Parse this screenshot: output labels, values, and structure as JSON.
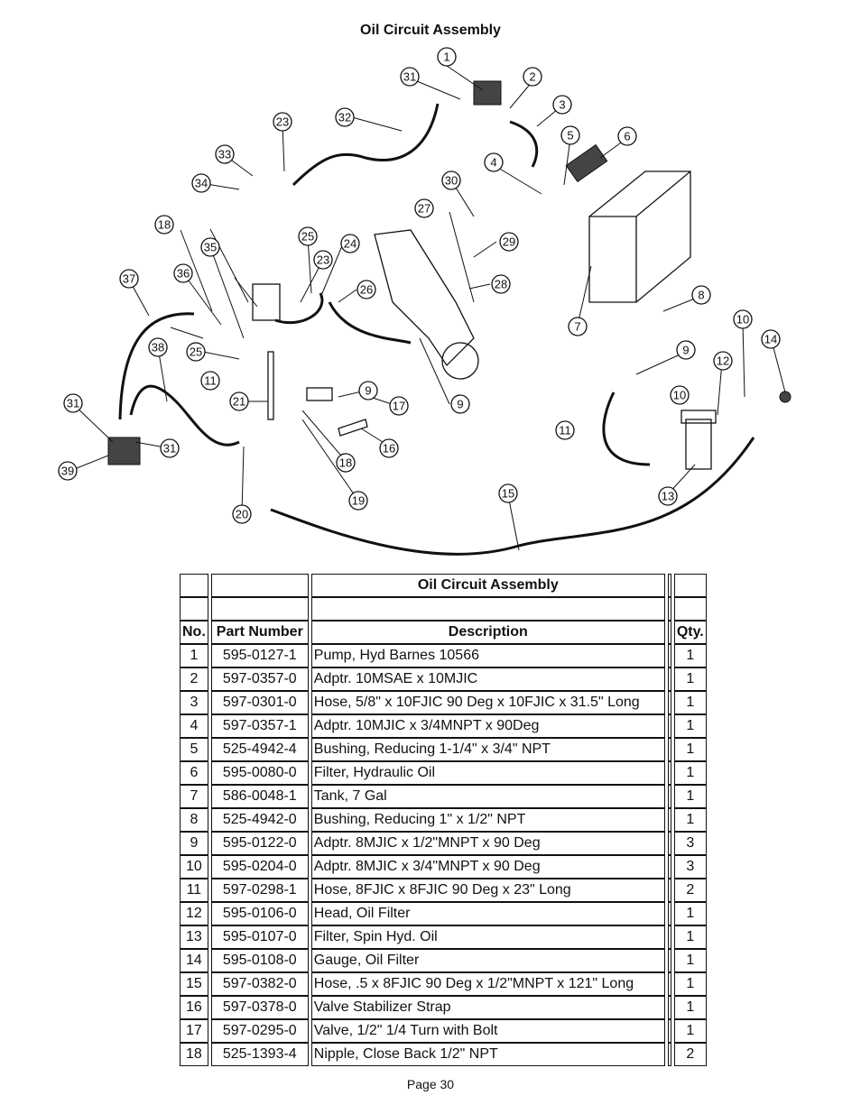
{
  "document": {
    "title": "Oil Circuit Assembly",
    "page_label": "Page 30"
  },
  "diagram": {
    "callouts": [
      "1",
      "2",
      "3",
      "4",
      "5",
      "6",
      "7",
      "8",
      "9",
      "9",
      "9",
      "10",
      "10",
      "11",
      "11",
      "12",
      "13",
      "14",
      "15",
      "16",
      "17",
      "18",
      "18",
      "19",
      "20",
      "21",
      "23",
      "23",
      "24",
      "25",
      "25",
      "26",
      "27",
      "28",
      "29",
      "30",
      "31",
      "31",
      "31",
      "32",
      "33",
      "34",
      "35",
      "36",
      "37",
      "38",
      "39"
    ]
  },
  "table": {
    "title": "Oil Circuit Assembly",
    "headers": {
      "no": "No.",
      "part_number": "Part Number",
      "description": "Description",
      "qty": "Qty."
    },
    "rows": [
      {
        "no": "1",
        "part_number": "595-0127-1",
        "description": "Pump, Hyd Barnes 10566",
        "qty": "1"
      },
      {
        "no": "2",
        "part_number": "597-0357-0",
        "description": "Adptr. 10MSAE x 10MJIC",
        "qty": "1"
      },
      {
        "no": "3",
        "part_number": "597-0301-0",
        "description": "Hose, 5/8\" x 10FJIC 90 Deg x 10FJIC x 31.5\" Long",
        "qty": "1"
      },
      {
        "no": "4",
        "part_number": "597-0357-1",
        "description": "Adptr. 10MJIC x 3/4MNPT x 90Deg",
        "qty": "1"
      },
      {
        "no": "5",
        "part_number": "525-4942-4",
        "description": "Bushing, Reducing 1-1/4\" x 3/4\" NPT",
        "qty": "1"
      },
      {
        "no": "6",
        "part_number": "595-0080-0",
        "description": "Filter, Hydraulic Oil",
        "qty": "1"
      },
      {
        "no": "7",
        "part_number": "586-0048-1",
        "description": "Tank, 7 Gal",
        "qty": "1"
      },
      {
        "no": "8",
        "part_number": "525-4942-0",
        "description": "Bushing, Reducing 1\" x 1/2\" NPT",
        "qty": "1"
      },
      {
        "no": "9",
        "part_number": "595-0122-0",
        "description": "Adptr. 8MJIC x 1/2\"MNPT x 90 Deg",
        "qty": "3"
      },
      {
        "no": "10",
        "part_number": "595-0204-0",
        "description": "Adptr. 8MJIC x 3/4\"MNPT x 90 Deg",
        "qty": "3"
      },
      {
        "no": "11",
        "part_number": "597-0298-1",
        "description": "Hose, 8FJIC x 8FJIC 90 Deg x 23\" Long",
        "qty": "2"
      },
      {
        "no": "12",
        "part_number": "595-0106-0",
        "description": "Head, Oil Filter",
        "qty": "1"
      },
      {
        "no": "13",
        "part_number": "595-0107-0",
        "description": "Filter, Spin Hyd. Oil",
        "qty": "1"
      },
      {
        "no": "14",
        "part_number": "595-0108-0",
        "description": "Gauge, Oil Filter",
        "qty": "1"
      },
      {
        "no": "15",
        "part_number": "597-0382-0",
        "description": "Hose, .5 x 8FJIC 90 Deg x 1/2\"MNPT x 121\" Long",
        "qty": "1"
      },
      {
        "no": "16",
        "part_number": "597-0378-0",
        "description": "Valve Stabilizer Strap",
        "qty": "1"
      },
      {
        "no": "17",
        "part_number": "597-0295-0",
        "description": "Valve, 1/2\" 1/4 Turn with Bolt",
        "qty": "1"
      },
      {
        "no": "18",
        "part_number": "525-1393-4",
        "description": "Nipple, Close Back 1/2\" NPT",
        "qty": "2"
      }
    ]
  }
}
